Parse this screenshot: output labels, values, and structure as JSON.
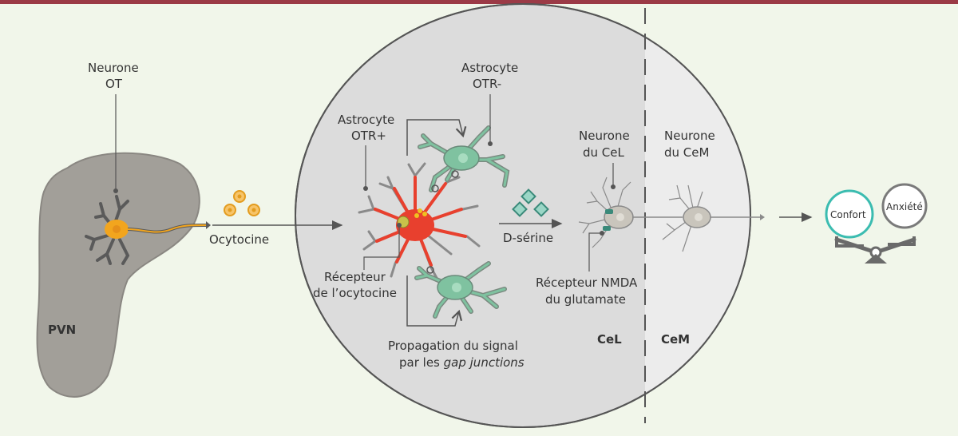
{
  "labels": {
    "neurone_ot_1": "Neurone",
    "neurone_ot_2": "OT",
    "pvn": "PVN",
    "ocytocine": "Ocytocine",
    "astro_neg_1": "Astrocyte",
    "astro_neg_2": "OTR-",
    "astro_pos_1": "Astrocyte",
    "astro_pos_2": "OTR+",
    "recepteur_1": "Récepteur",
    "recepteur_2": "de l’ocytocine",
    "propagation_1": "Propagation du signal",
    "propagation_2a": "par les ",
    "propagation_2b": "gap junctions",
    "dserine": "D-sérine",
    "neurone_cel_1": "Neurone",
    "neurone_cel_2": "du CeL",
    "neurone_cem_1": "Neurone",
    "neurone_cem_2": "du CeM",
    "nmda_1": "Récepteur NMDA",
    "nmda_2": "du glutamate",
    "cel": "CeL",
    "cem": "CeM",
    "confort": "Confort",
    "anxiete": "Anxiété"
  },
  "colors": {
    "background": "#f1f6ea",
    "top_rule": "#9b3a46",
    "pvn_fill": "#a29f99",
    "amygdala_fill": "#dcdcdc",
    "cem_fill": "#ececec",
    "ot_neuron": "#f2a51e",
    "astro_active": "#e8402e",
    "astro_green": "#7fc2a0",
    "neuron_body": "#c9c5bc",
    "confort_ring": "#3bbcb0",
    "anxiete_ring": "#7a7a7a"
  }
}
